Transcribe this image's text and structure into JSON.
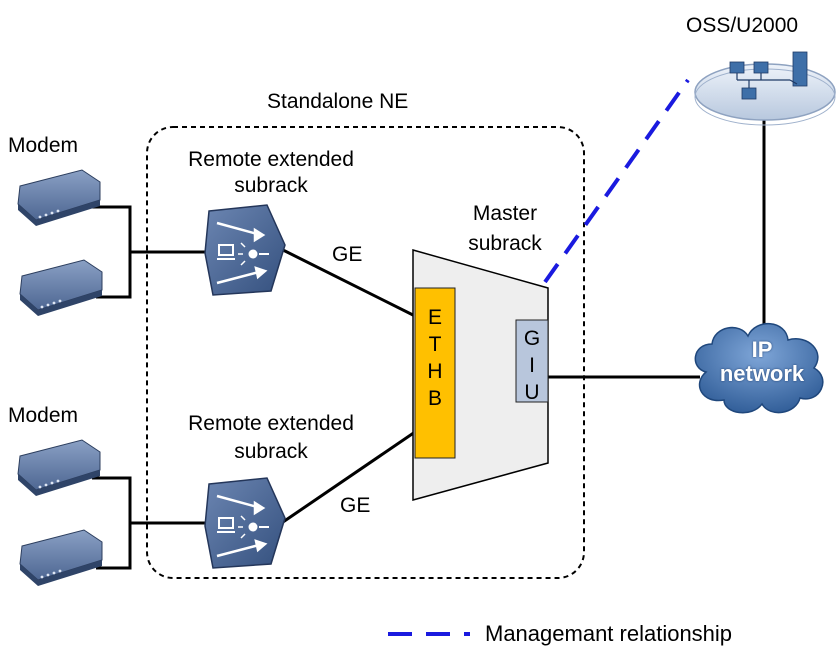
{
  "oss_label": "OSS/U2000",
  "ne_label": "Standalone NE",
  "modem_top_label": "Modem",
  "modem_bottom_label": "Modem",
  "remote_top_label_line1": "Remote extended",
  "remote_top_label_line2": "subrack",
  "remote_bottom_label_line1": "Remote extended",
  "remote_bottom_label_line2": "subrack",
  "master_label_line1": "Master",
  "master_label_line2": "subrack",
  "ge_top_label": "GE",
  "ge_bottom_label": "GE",
  "ethb_letters": [
    "E",
    "T",
    "H",
    "B"
  ],
  "giu_letters": [
    "G",
    "I",
    "U"
  ],
  "ip_cloud_line1": "IP",
  "ip_cloud_line2": "network",
  "legend_label": "Managemant relationship",
  "colors": {
    "management_line": "#1a1adf",
    "ethb_board": "#ffc000",
    "giu_board": "#b8c6dc",
    "master_fill": "#eeeeee",
    "cloud": "#3e6fa8",
    "device": "#4a6590"
  }
}
